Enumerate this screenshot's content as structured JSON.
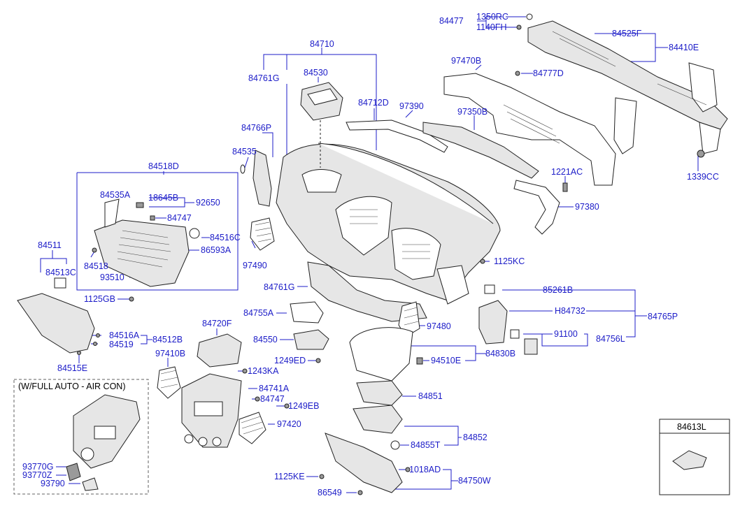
{
  "labels": {
    "p84477": "84477",
    "p1350RC": "1350RC",
    "p1140FH": "1140FH",
    "p84525F": "84525F",
    "p84410E": "84410E",
    "p97470B": "97470B",
    "p84777D": "84777D",
    "p84710": "84710",
    "p84761G_top": "84761G",
    "p84530": "84530",
    "p84712D": "84712D",
    "p97390": "97390",
    "p97350B": "97350B",
    "p1221AC": "1221AC",
    "p1339CC": "1339CC",
    "p97380": "97380",
    "p84766P": "84766P",
    "p84535": "84535",
    "p84518D": "84518D",
    "p84535A": "84535A",
    "p18645B": "18645B",
    "p92650": "92650",
    "p84747_top": "84747",
    "p84516C": "84516C",
    "p86593A": "86593A",
    "p84518": "84518",
    "p93510": "93510",
    "p1125GB": "1125GB",
    "p84511": "84511",
    "p84513C": "84513C",
    "p97490": "97490",
    "p1125KC": "1125KC",
    "p84761G_mid": "84761G",
    "p85261B": "85261B",
    "pH84732": "H84732",
    "p84765P": "84765P",
    "p84755A": "84755A",
    "p97480": "97480",
    "p91100": "91100",
    "p84756L": "84756L",
    "p84720F": "84720F",
    "p84550": "84550",
    "p84516A": "84516A",
    "p84512B": "84512B",
    "p84519": "84519",
    "p84515E": "84515E",
    "p97410B": "97410B",
    "p1249ED": "1249ED",
    "p94510E": "94510E",
    "p84830B": "84830B",
    "p1243KA": "1243KA",
    "p84741A": "84741A",
    "p84747_bot": "84747",
    "p1249EB": "1249EB",
    "p84851": "84851",
    "p97420": "97420",
    "p84852": "84852",
    "p84855T": "84855T",
    "p1018AD": "1018AD",
    "p1125KE": "1125KE",
    "p84750W": "84750W",
    "p86549": "86549",
    "p84613L": "84613L",
    "p93770G": "93770G",
    "p93770Z": "93770Z",
    "p93790": "93790"
  },
  "inset_title": "(W/FULL AUTO - AIR CON)",
  "colors": {
    "label": "#1c1cc8",
    "line": "#1c1cc8",
    "part": "#202020"
  }
}
